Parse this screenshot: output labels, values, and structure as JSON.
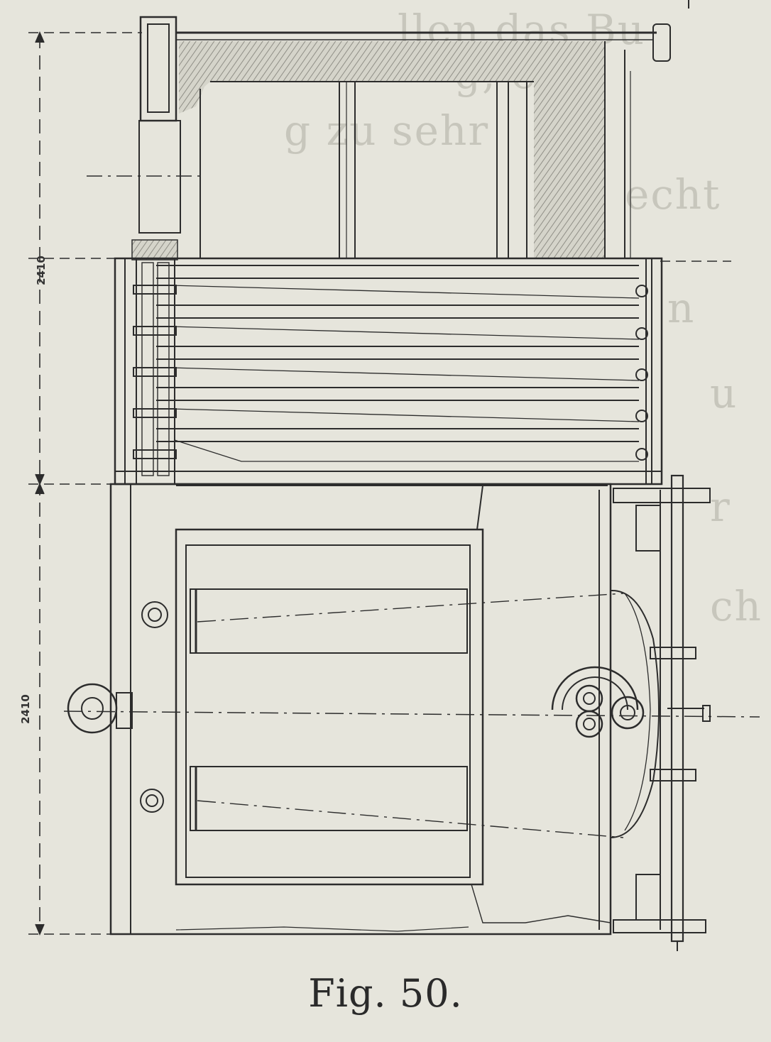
{
  "figure": {
    "caption": "Fig. 50.",
    "dimension_upper": "2410",
    "dimension_lower": "2410"
  },
  "palette": {
    "paper": "#e6e5dc",
    "ink": "#2c2c2c",
    "hatch": "#8f8e86",
    "bleed": "#c7c6bc"
  }
}
